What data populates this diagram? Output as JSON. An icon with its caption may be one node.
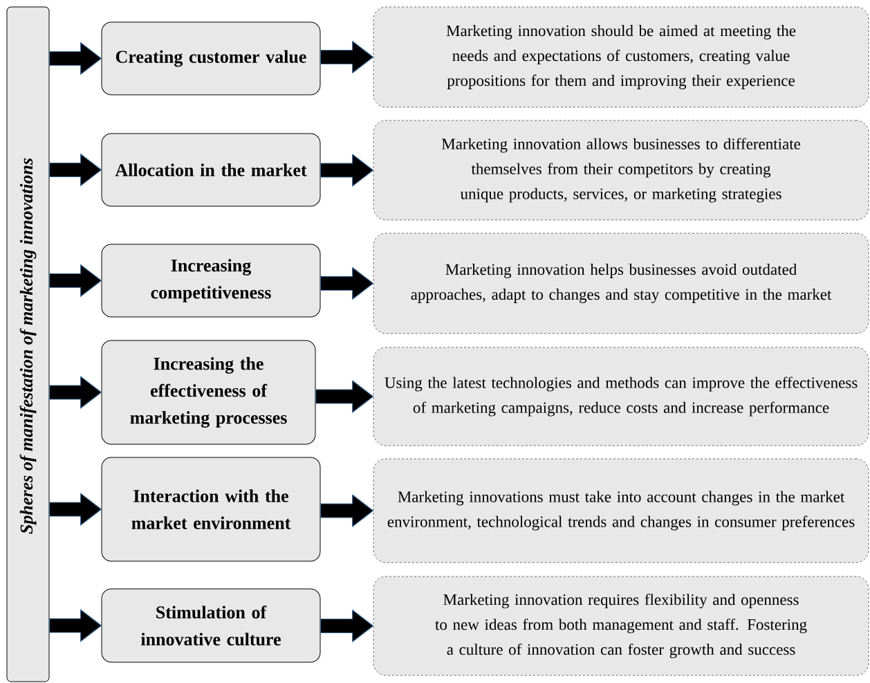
{
  "diagram": {
    "nodes": [
      {
        "text": [
          "Spheres of manifestation of marketing innovations"
        ]
      },
      {
        "text": [
          "Creating customer value"
        ]
      },
      {
        "text": [
          "Allocation in the market"
        ]
      },
      {
        "text": [
          "Increasing competitiveness"
        ]
      },
      {
        "text": [
          "Increasing the effectiveness of marketing processes"
        ]
      },
      {
        "text": [
          "Interaction with the market environment"
        ]
      },
      {
        "text": [
          "Stimulation of innovative culture"
        ]
      },
      {
        "text": [
          "Marketing innovation should be aimed at meeting the needs and expectations of customers, creating value propositions for them and improving their experience"
        ]
      },
      {
        "text": [
          "Marketing innovation allows businesses to differentiate themselves from their competitors by creating unique products, services, or marketing strategies"
        ]
      },
      {
        "text": [
          "Marketing innovation helps businesses avoid outdated approaches, adapt to changes and stay competitive in the market"
        ]
      },
      {
        "text": [
          "Using the latest technologies and methods can improve the effectiveness of marketing campaigns, reduce costs and increase performance"
        ]
      },
      {
        "text": [
          "Marketing innovations must take into account changes in the market environment, technological trends and changes in consumer preferences"
        ]
      },
      {
        "text": [
          "Marketing innovation requires flexibility and openness to new ideas from both management and staff. Fostering a culture of innovation can foster growth and success"
        ]
      }
    ],
    "edges": [
      {
        "from": 0,
        "to": 1,
        "arrow": "to"
      },
      {
        "from": 0,
        "to": 2,
        "arrow": "to"
      },
      {
        "from": 0,
        "to": 3,
        "arrow": "to"
      },
      {
        "from": 0,
        "to": 4,
        "arrow": "to"
      },
      {
        "from": 0,
        "to": 5,
        "arrow": "to"
      },
      {
        "from": 0,
        "to": 6,
        "arrow": "to"
      },
      {
        "from": 1,
        "to": 7,
        "arrow": "to"
      },
      {
        "from": 2,
        "to": 8,
        "arrow": "to"
      },
      {
        "from": 3,
        "to": 9,
        "arrow": "to"
      },
      {
        "from": 4,
        "to": 10,
        "arrow": "to"
      },
      {
        "from": 5,
        "to": 11,
        "arrow": "to"
      },
      {
        "from": 6,
        "to": 12,
        "arrow": "to"
      }
    ]
  }
}
